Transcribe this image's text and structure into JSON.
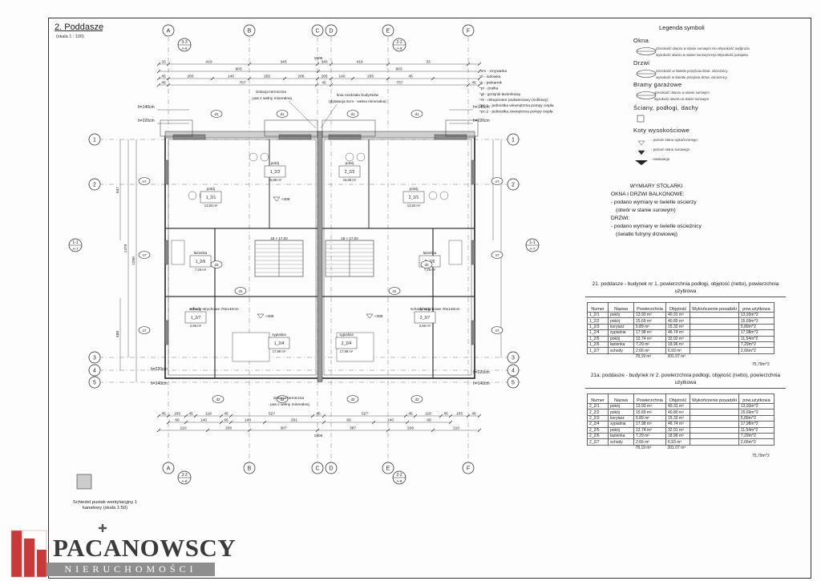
{
  "sheet": {
    "title": "2. Poddasze",
    "scale": "(skala 1 : 100)"
  },
  "plan": {
    "axes_top": [
      "A",
      "B",
      "C",
      "D",
      "E",
      "F"
    ],
    "axes_side": [
      "1",
      "2",
      "3",
      "4",
      "5"
    ],
    "section_marks": [
      {
        "label": "3-3",
        "sub": "A-8"
      },
      {
        "label": "2-2",
        "sub": "A-8"
      },
      {
        "label": "1-1",
        "sub": "A-7"
      }
    ],
    "dims_top_row1": [
      "33",
      "419",
      "340",
      "340",
      "419",
      "33"
    ],
    "dims_top_total": "1606",
    "dims_top_row2": [
      "803",
      "803"
    ],
    "dims_top_row3": [
      "45",
      "265",
      "140",
      "265",
      "206",
      "265",
      "140",
      "265",
      "45"
    ],
    "dims_top_row4": [
      "45",
      "757",
      "45",
      "757",
      "45"
    ],
    "dims_bottom_row1": [
      "45",
      "165",
      "45",
      "118",
      "45",
      "527",
      "45",
      "527",
      "45",
      "118",
      "45",
      "165",
      "45"
    ],
    "dims_bottom_row2": [
      "66",
      "140",
      "66",
      "140",
      "201",
      "66",
      "140",
      "66"
    ],
    "dims_bottom_row3": [
      "210",
      "206",
      "387",
      "387",
      "206",
      "210"
    ],
    "dims_bottom_total": "1606",
    "dims_left": [
      "637",
      "1370",
      "488",
      "1290"
    ],
    "notes_top": [
      "*zm - zmywarka",
      "*rl - lodówka",
      "*p - piekarnik",
      "*pr - pralka",
      "*gł - grzejnik łazienkowy",
      "*rk - rekuperator podwieszany (sufitowy)",
      "*pc-1 - jednostka wewnętrzna pompy ciepła",
      "*pc-2 - jednostka zewnętrzna pompy ciepła"
    ],
    "note_insulation_top": "izolacja termiczna - pas z wełny mineralnej",
    "note_dilatation": "linia rozdziału budynków (dylatacja 5cm - wełna mineralna)",
    "note_insulation_bottom": "izolacja termiczna - pas z wełny mineralnej",
    "heights_left": [
      "h=140cm",
      "h=220cm",
      "h=220cm",
      "h=140cm"
    ],
    "heights_right": [
      "h=140cm",
      "h=220cm",
      "h=220cm",
      "h=140cm"
    ],
    "rooms": [
      {
        "code": "1_2/1",
        "name": "pokój",
        "area": "13,93 m²"
      },
      {
        "code": "1_2/2",
        "name": "pokój",
        "area": "15,69 m²"
      },
      {
        "code": "2_2/2",
        "name": "pokój",
        "area": "15,69 m²"
      },
      {
        "code": "2_2/1",
        "name": "pokój",
        "area": "13,93 m²"
      },
      {
        "code": "1_2/6",
        "name": "łazienka",
        "area": "7,29 m²"
      },
      {
        "code": "2_2/6",
        "name": "łazienka",
        "area": "7,29 m²"
      },
      {
        "code": "1_2/7",
        "name": "schody",
        "area": "2,66 m²"
      },
      {
        "code": "2_2/7",
        "name": "schody",
        "area": "2,66 m²"
      },
      {
        "code": "1_2/4",
        "name": "sypialnia",
        "area": "17,98 m²"
      },
      {
        "code": "2_2/4",
        "name": "sypialnia",
        "area": "17,98 m²"
      }
    ],
    "stair_labels": [
      "schody strychowe 70x140cm",
      "schody strychowe 70x140cm"
    ],
    "stair_rise": [
      "18 × 17,00",
      "18 × 17,00"
    ],
    "level_marks": [
      "+306",
      "+306",
      "+306"
    ],
    "door_marks": [
      "d1",
      "d2",
      "d3",
      "o7"
    ],
    "vent_note": "Schiedel pustak wentylacyjny 1 kanałowy (skala 1:50)"
  },
  "legend": {
    "title": "Legenda symboli",
    "sections": [
      {
        "heading": "Okna",
        "lines": [
          "szerokość otworu w stanie surowym  Hn=Wysokość nadproża",
          "wysokość otworu w stanie surowym  Hp=Wysokość parapetu"
        ]
      },
      {
        "heading": "Drzwi",
        "lines": [
          "szerokość w świetle przejścia drzwi, ościeżnicy",
          "wysokość w świetle przejścia drzwi, ościeżnicy"
        ]
      },
      {
        "heading": "Bramy garażowe",
        "lines": [
          "szerokość otworu w stanie surowym",
          "wysokość otworu w stanie surowym"
        ]
      },
      {
        "heading": "Ściany, podłogi, dachy",
        "lines": []
      },
      {
        "heading": "Koty wysokościowe",
        "lines": [
          "- poziom stanu wykończonego",
          "- poziom stanu surowego",
          "- ewakuacja"
        ]
      }
    ]
  },
  "carpentry": {
    "title": "WYMIARY STOLARKI",
    "line1": "OKNA I DRZWI BALKONOWE:",
    "line2": "- podano wymiary w świetle ościerzy",
    "line3": "(otwór w stanie surowym)",
    "line4": "DRZWI:",
    "line5": "- podano wymiary w świetle ościeżnicy",
    "line6": "(światło futryny drzwiowej)"
  },
  "table1": {
    "title": "21. poddasze - budynek nr 1. powierzchnia podłogi, objętość (netto), powierzchnia użytkowa",
    "headers": [
      "Numer",
      "Nazwa",
      "Powierzchnia",
      "Objętość",
      "Wykończenie posadzki",
      "pow.użytkowa"
    ],
    "rows": [
      [
        "1_2/1",
        "pokój",
        "13.93 m²",
        "40.31 m³",
        "",
        "13,93m^2"
      ],
      [
        "1_2/2",
        "pokój",
        "15.69 m²",
        "40.80 m³",
        "",
        "15,69m^2"
      ],
      [
        "1_2/3",
        "korytarz",
        "5.89 m²",
        "15.32 m³",
        "",
        "5,89m^2"
      ],
      [
        "1_2/4",
        "sypialnia",
        "17.98 m²",
        "46.74 m³",
        "",
        "17,98m^2"
      ],
      [
        "1_2/5",
        "pokój",
        "12.74 m²",
        "32.02 m³",
        "",
        "11,54m^2"
      ],
      [
        "1_2/6",
        "łazienka",
        "7.29 m²",
        "18.96 m³",
        "",
        "7,29m^2"
      ],
      [
        "1_2/7",
        "schody",
        "2.66 m²",
        "6.93 m³",
        "",
        "2,66m^2"
      ]
    ],
    "sum_area": "78,19 m²",
    "sum_volume": "201.07 m³",
    "sum_usable": "75,79m^2"
  },
  "table2": {
    "title": "21a. poddasze - budynek nr 2. powierzchnia podłogi, objętość (netto), powierzchnia użytkowa",
    "headers": [
      "Numer",
      "Nazwa",
      "Powierzchnia",
      "Objętość",
      "Wykończenie posadzki",
      "pow.użytkowa"
    ],
    "rows": [
      [
        "2_2/1",
        "pokój",
        "13.93 m²",
        "40.31 m³",
        "",
        "13,93m^2"
      ],
      [
        "2_2/2",
        "pokój",
        "15.69 m²",
        "40.80 m³",
        "",
        "15,69m^2"
      ],
      [
        "2_2/3",
        "korytarz",
        "5.89 m²",
        "15.32 m³",
        "",
        "5,89m^2"
      ],
      [
        "2_2/4",
        "sypialnia",
        "17.98 m²",
        "46.74 m³",
        "",
        "17,98m^2"
      ],
      [
        "2_2/5",
        "pokój",
        "12.74 m²",
        "32.01 m³",
        "",
        "11,54m^2"
      ],
      [
        "2_2/6",
        "łazienka",
        "7.29 m²",
        "18.96 m³",
        "",
        "7,29m^2"
      ],
      [
        "2_2/7",
        "schody",
        "2.66 m²",
        "6.93 m³",
        "",
        "2,66m^2"
      ]
    ],
    "sum_area": "78,19 m²",
    "sum_volume": "201.07 m³",
    "sum_usable": "75,79m^2"
  },
  "branding": {
    "name": "PACANOWSCY",
    "tagline": "NIERUCHOMOŚCI"
  }
}
